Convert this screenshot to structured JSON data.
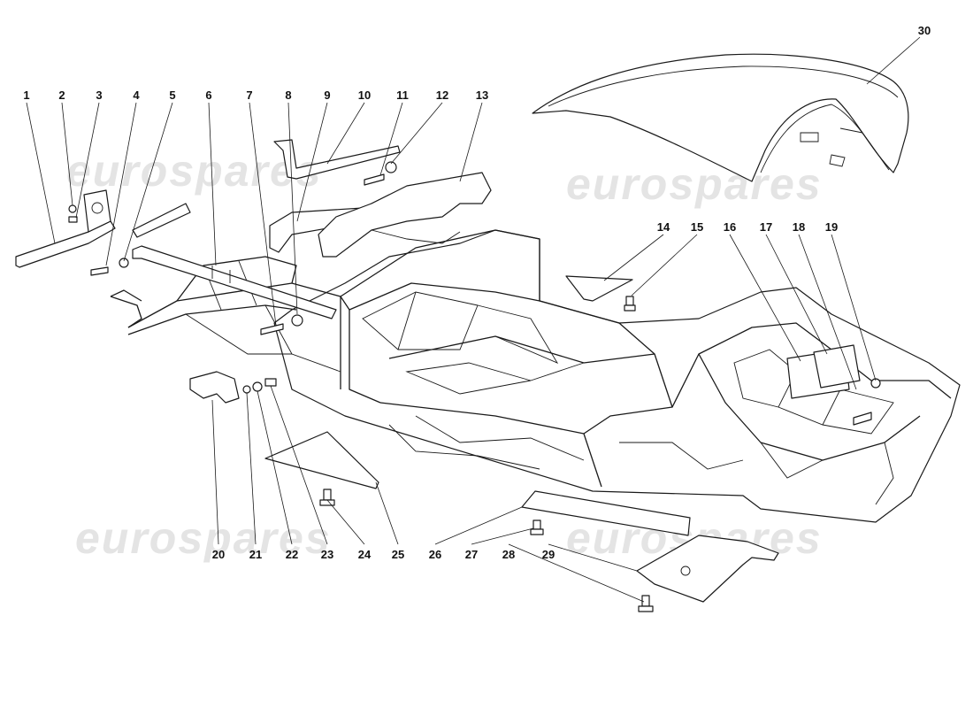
{
  "watermark": "eurospares",
  "callouts": [
    {
      "num": "1"
    },
    {
      "num": "2"
    },
    {
      "num": "3"
    },
    {
      "num": "4"
    },
    {
      "num": "5"
    },
    {
      "num": "6"
    },
    {
      "num": "7"
    },
    {
      "num": "8"
    },
    {
      "num": "9"
    },
    {
      "num": "10"
    },
    {
      "num": "11"
    },
    {
      "num": "12"
    },
    {
      "num": "13"
    },
    {
      "num": "14"
    },
    {
      "num": "15"
    },
    {
      "num": "16"
    },
    {
      "num": "17"
    },
    {
      "num": "18"
    },
    {
      "num": "19"
    },
    {
      "num": "20"
    },
    {
      "num": "21"
    },
    {
      "num": "22"
    },
    {
      "num": "23"
    },
    {
      "num": "24"
    },
    {
      "num": "25"
    },
    {
      "num": "26"
    },
    {
      "num": "27"
    },
    {
      "num": "28"
    },
    {
      "num": "29"
    },
    {
      "num": "30"
    }
  ]
}
